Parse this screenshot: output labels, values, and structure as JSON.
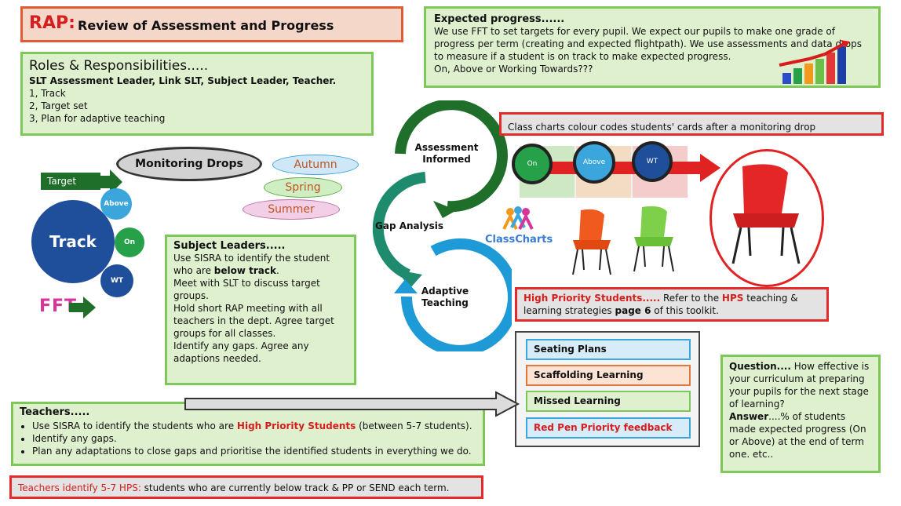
{
  "title": {
    "rap": "RAP:",
    "text": "Review of Assessment and Progress"
  },
  "roles": {
    "heading": "Roles & Responsibilities.....",
    "people": "SLT Assessment Leader, Link SLT, Subject Leader, Teacher.",
    "items": [
      "1, Track",
      "2, Target set",
      "3, Plan for adaptive teaching"
    ]
  },
  "expected": {
    "heading": "Expected progress......",
    "body": "We use FFT to set targets for every pupil. We expect our pupils to make one grade of progress per term (creating and expected flightpath). We use assessments and data drops to measure if a student is on track to make expected progress.",
    "question": "On, Above or Working Towards???"
  },
  "cycle": {
    "assessment": "Assessment Informed",
    "gap": "Gap Analysis",
    "adaptive": "Adaptive Teaching"
  },
  "tracking": {
    "target": "Target",
    "track": "Track",
    "above": "Above",
    "on": "On",
    "wt": "WT",
    "fft": "FFT"
  },
  "monitoring": {
    "label": "Monitoring Drops",
    "terms": [
      "Autumn",
      "Spring",
      "Summer"
    ]
  },
  "subject_leaders": {
    "heading": "Subject Leaders.....",
    "line1a": "Use SISRA to identify the student who are ",
    "line1b": "below track",
    "line1c": ".",
    "rest": [
      "Meet with SLT to discuss target groups.",
      "Hold short RAP meeting with all teachers in the dept. Agree target groups for all classes.",
      "Identify any gaps. Agree any adaptions needed."
    ]
  },
  "classcharts": {
    "caption": "Class charts colour codes students' cards after a monitoring drop",
    "logo": "ClassCharts",
    "on": "On",
    "above": "Above",
    "wt": "WT"
  },
  "hps": {
    "a": "High Priority Students.....",
    "b": " Refer to the ",
    "c": "HPS",
    "d": " teaching & learning strategies ",
    "e": "page 6",
    "f": " of this toolkit."
  },
  "strategies": [
    {
      "label": "Seating Plans",
      "bg": "#d6ecf8",
      "border": "#3aa6dc",
      "color": "#111111"
    },
    {
      "label": "Scaffolding Learning",
      "bg": "#fde3d4",
      "border": "#e07a3c",
      "color": "#111111"
    },
    {
      "label": "Missed Learning",
      "bg": "#dff0cf",
      "border": "#7ec85a",
      "color": "#111111"
    },
    {
      "label": "Red Pen Priority feedback",
      "bg": "#d6ecf8",
      "border": "#3aa6dc",
      "color": "#d61e1e"
    }
  ],
  "teachers": {
    "heading": "Teachers.....",
    "b1a": "Use SISRA to identify the students who are ",
    "b1b": "High Priority Students",
    "b1c": " (between 5-7 students).",
    "b2": "Identify any gaps.",
    "b3": "Plan any adaptations to close gaps and prioritise the identified students in everything we do."
  },
  "identify": {
    "a": "Teachers identify 5-7 HPS:",
    "b": " students who are currently below track & PP or SEND each term."
  },
  "question": {
    "qa": "Question....",
    "qb": " How effective is your curriculum at preparing your pupils for the next stage of learning?",
    "aa": "Answer",
    "ab": "....% of students made expected progress (On or Above) at the end of term one. etc.."
  },
  "colors": {
    "accent_red": "#d61e1e",
    "green": "#7ec85a",
    "blue": "#2a5ea8",
    "dark_green": "#1f6f2a"
  }
}
